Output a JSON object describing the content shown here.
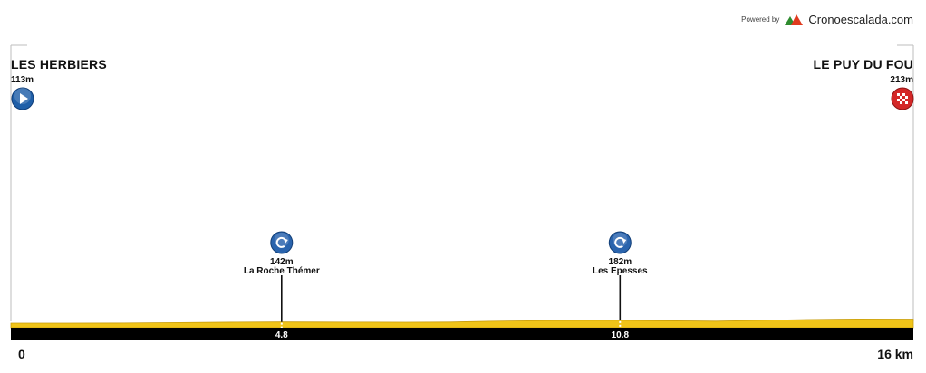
{
  "brand": {
    "powered_by": "Powered by",
    "name": "Cronoescalada.com",
    "colors": [
      "#2e8b2e",
      "#e03a1e"
    ]
  },
  "start": {
    "name": "LES HERBIERS",
    "altitude": "113m",
    "icon": "start-play-icon",
    "color": "#1f5fa8"
  },
  "finish": {
    "name": "LE PUY DU FOU",
    "altitude": "213m",
    "icon": "finish-checkered-icon",
    "color": "#d42828"
  },
  "chart_data": {
    "type": "area",
    "x_unit": "km",
    "x_axis_start_label": "0",
    "x_axis_end_label": "16 km",
    "xlim": [
      0,
      16
    ],
    "fill_color": "#f0c419",
    "profile": [
      {
        "x": 0,
        "y": 113
      },
      {
        "x": 1.0,
        "y": 112
      },
      {
        "x": 2.0,
        "y": 114
      },
      {
        "x": 3.0,
        "y": 125
      },
      {
        "x": 4.0,
        "y": 137
      },
      {
        "x": 4.8,
        "y": 142
      },
      {
        "x": 5.5,
        "y": 140
      },
      {
        "x": 6.3,
        "y": 136
      },
      {
        "x": 7.0,
        "y": 134
      },
      {
        "x": 7.8,
        "y": 138
      },
      {
        "x": 8.5,
        "y": 160
      },
      {
        "x": 9.5,
        "y": 177
      },
      {
        "x": 10.8,
        "y": 182
      },
      {
        "x": 11.5,
        "y": 172
      },
      {
        "x": 12.5,
        "y": 162
      },
      {
        "x": 13.2,
        "y": 180
      },
      {
        "x": 14.0,
        "y": 200
      },
      {
        "x": 15.0,
        "y": 215
      },
      {
        "x": 16.0,
        "y": 213
      }
    ],
    "points_of_interest": [
      {
        "km": 4.8,
        "km_label": "4.8",
        "altitude": "142m",
        "name": "La Roche Thémer",
        "icon": "climb-refresh-icon"
      },
      {
        "km": 10.8,
        "km_label": "10.8",
        "altitude": "182m",
        "name": "Les Epesses",
        "icon": "climb-refresh-icon"
      }
    ]
  }
}
